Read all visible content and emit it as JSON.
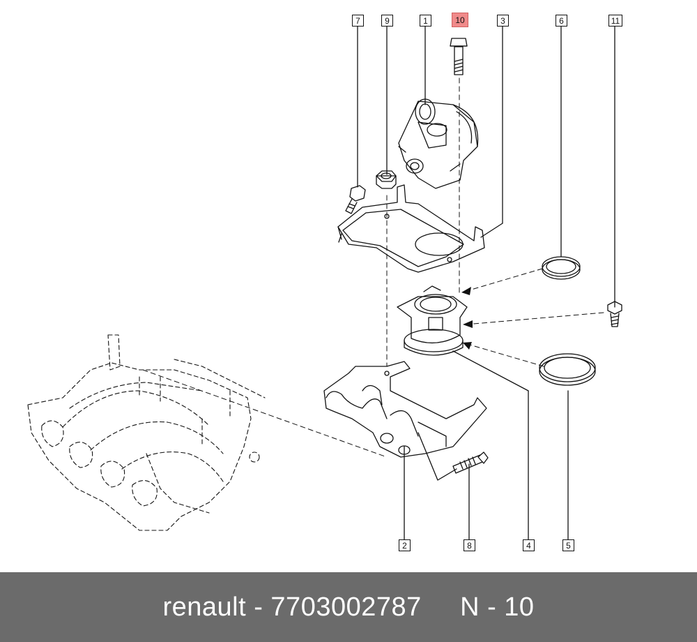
{
  "callouts": [
    {
      "id": "c7",
      "label": "7"
    },
    {
      "id": "c9",
      "label": "9"
    },
    {
      "id": "c1",
      "label": "1"
    },
    {
      "id": "c10",
      "label": "10",
      "highlighted": true
    },
    {
      "id": "c3",
      "label": "3"
    },
    {
      "id": "c6",
      "label": "6"
    },
    {
      "id": "c11",
      "label": "11"
    },
    {
      "id": "c2",
      "label": "2"
    },
    {
      "id": "c8",
      "label": "8"
    },
    {
      "id": "c4",
      "label": "4"
    },
    {
      "id": "c5",
      "label": "5"
    }
  ],
  "footer": {
    "brand": "renault",
    "separator": " - ",
    "part_number": "7703002787",
    "gap": "     ",
    "position_label": "N - 10"
  },
  "colors": {
    "highlight": "#f08a8a",
    "footer_bg": "#6b6b6b",
    "footer_text": "#ffffff",
    "line": "#111111"
  }
}
